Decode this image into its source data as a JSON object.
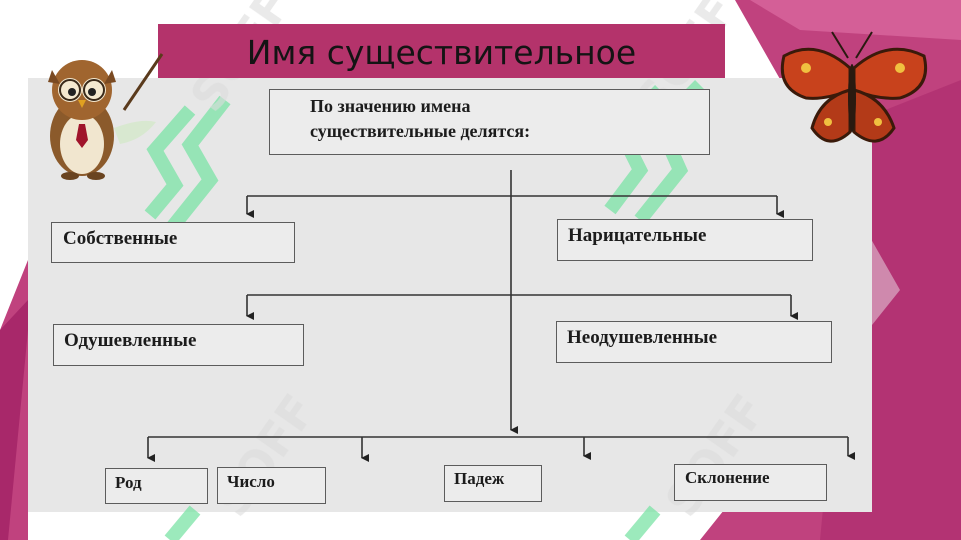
{
  "title": "Имя существительное",
  "root": {
    "line1": "По значению имена",
    "line2": "существительные делятся:"
  },
  "level1": {
    "left": "Собственные",
    "right": "Нарицательные"
  },
  "level2": {
    "left": "Одушевленные",
    "right": "Неодушевленные"
  },
  "level3": [
    "Род",
    "Число",
    "Падеж",
    "Склонение"
  ],
  "watermark": "SOFF",
  "colors": {
    "title_bar": "#b4336b",
    "background_pink": "#c0427e",
    "panel": "#e7e7e7",
    "watermark": "#7be3a6"
  },
  "icons": [
    "owl-teacher-icon",
    "butterfly-icon"
  ]
}
